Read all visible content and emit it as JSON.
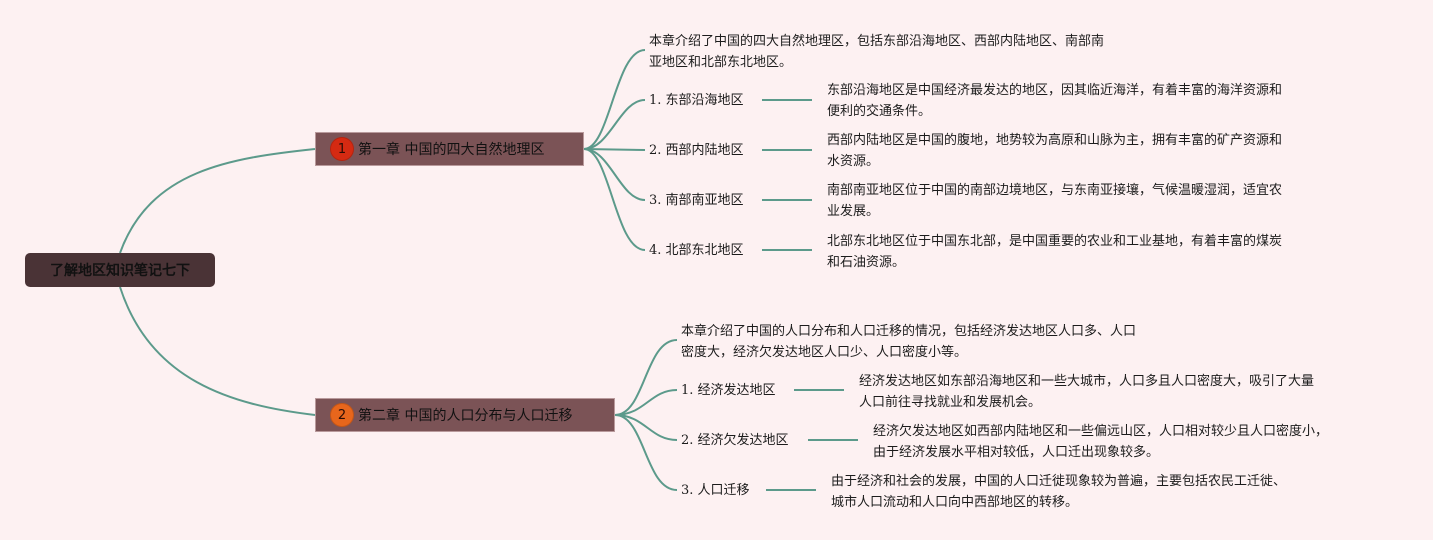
{
  "root": {
    "title": "了解地区知识笔记七下"
  },
  "chapters": [
    {
      "number": "1",
      "title": "第一章 中国的四大自然地理区",
      "badge_color": "#d52a12",
      "summary": [
        "本章介绍了中国的四大自然地理区，包括东部沿海地区、西部内陆地区、南部南",
        "亚地区和北部东北地区。"
      ],
      "items": [
        {
          "label": "1. 东部沿海地区",
          "desc": [
            "东部沿海地区是中国经济最发达的地区，因其临近海洋，有着丰富的海洋资源和",
            "便利的交通条件。"
          ]
        },
        {
          "label": "2. 西部内陆地区",
          "desc": [
            "西部内陆地区是中国的腹地，地势较为高原和山脉为主，拥有丰富的矿产资源和",
            "水资源。"
          ]
        },
        {
          "label": "3. 南部南亚地区",
          "desc": [
            "南部南亚地区位于中国的南部边境地区，与东南亚接壤，气候温暖湿润，适宜农",
            "业发展。"
          ]
        },
        {
          "label": "4. 北部东北地区",
          "desc": [
            "北部东北地区位于中国东北部，是中国重要的农业和工业基地，有着丰富的煤炭",
            "和石油资源。"
          ]
        }
      ]
    },
    {
      "number": "2",
      "title": "第二章 中国的人口分布与人口迁移",
      "badge_color": "#e7661c",
      "summary": [
        "本章介绍了中国的人口分布和人口迁移的情况，包括经济发达地区人口多、人口",
        "密度大，经济欠发达地区人口少、人口密度小等。"
      ],
      "items": [
        {
          "label": "1. 经济发达地区",
          "desc": [
            "经济发达地区如东部沿海地区和一些大城市，人口多且人口密度大，吸引了大量",
            "人口前往寻找就业和发展机会。"
          ]
        },
        {
          "label": "2. 经济欠发达地区",
          "desc": [
            "经济欠发达地区如西部内陆地区和一些偏远山区，人口相对较少且人口密度小，",
            "由于经济发展水平相对较低，人口迁出现象较多。"
          ]
        },
        {
          "label": "3. 人口迁移",
          "desc": [
            "由于经济和社会的发展，中国的人口迁徙现象较为普遍，主要包括农民工迁徙、",
            "城市人口流动和人口向中西部地区的转移。"
          ]
        }
      ]
    }
  ],
  "colors": {
    "background": "#fdf1f2",
    "connector": "#5c9a8b",
    "root_fill": "#4a3336",
    "chapter_fill": "#7b5356"
  }
}
